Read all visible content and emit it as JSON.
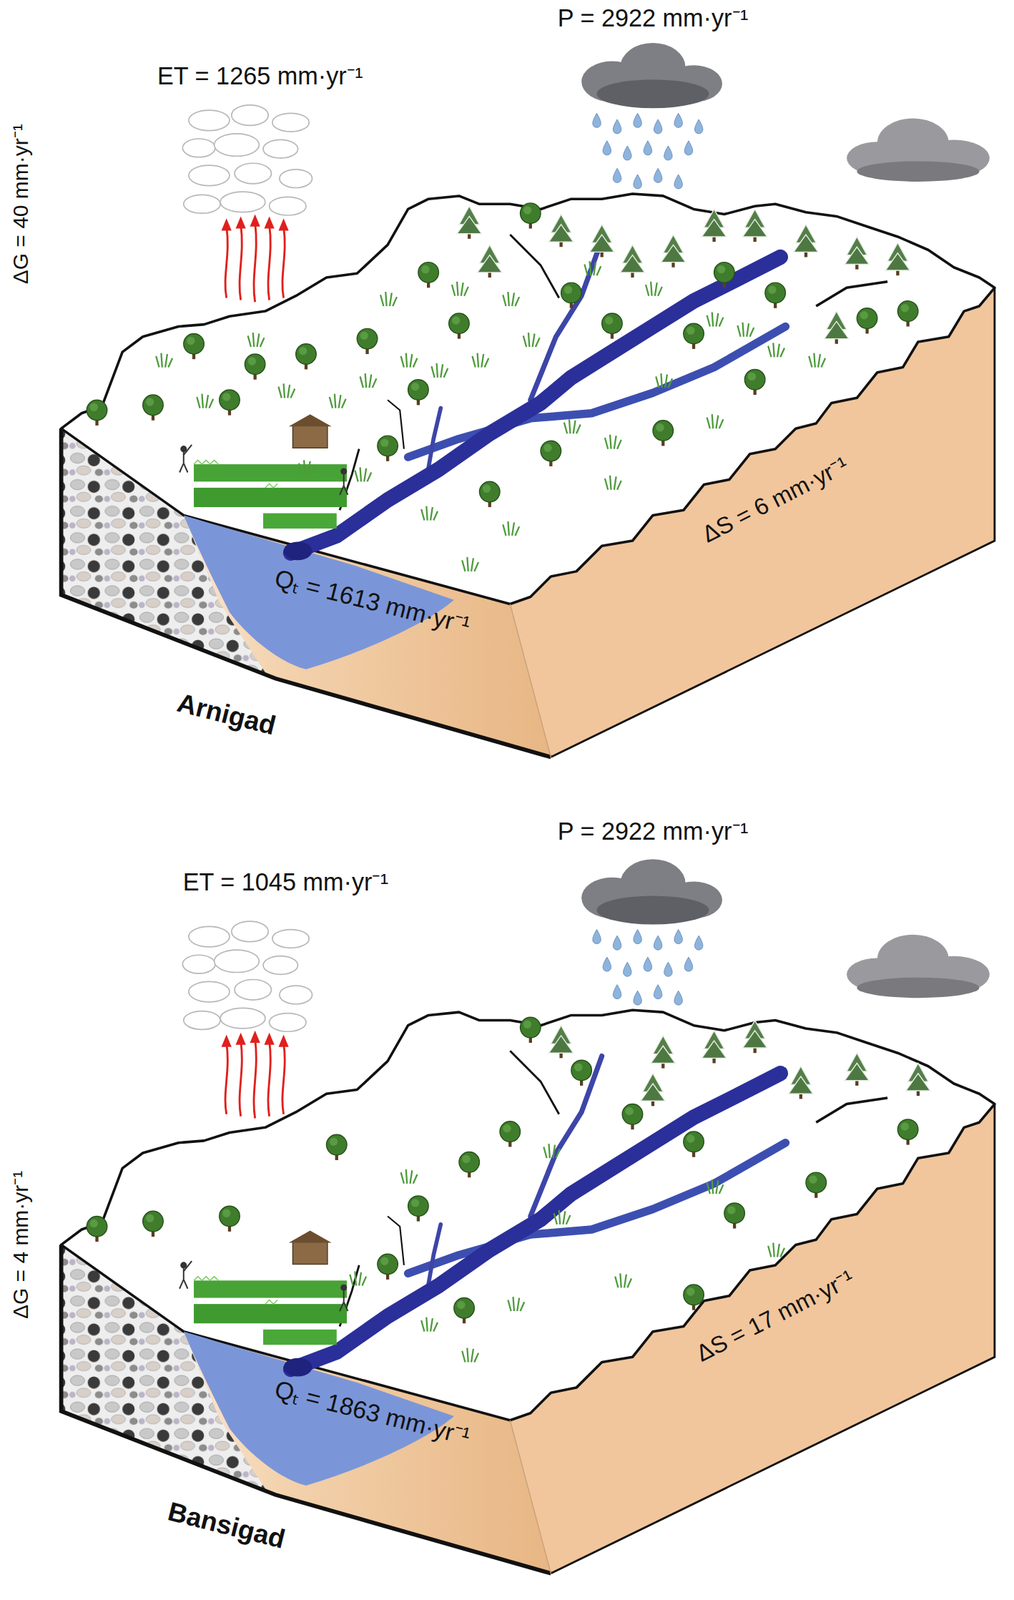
{
  "diagram": {
    "labels": [
      "ET = 1265 mm·yr⁻¹",
      "P = 2922 mm·yr⁻¹",
      "ΔG = 40 mm·yr⁻¹",
      "Qₜ = 1613 mm·yr⁻¹",
      "ΔS = 6 mm·yr⁻¹",
      "Arnigad",
      "P = 2922 mm·yr⁻¹",
      "ET = 1045 mm·yr⁻¹",
      "ΔG = 4 mm·yr⁻¹",
      "Qₜ = 1863 mm·yr⁻¹",
      "ΔS = 17 mm·yr⁻¹",
      "Bansigad"
    ]
  }
}
